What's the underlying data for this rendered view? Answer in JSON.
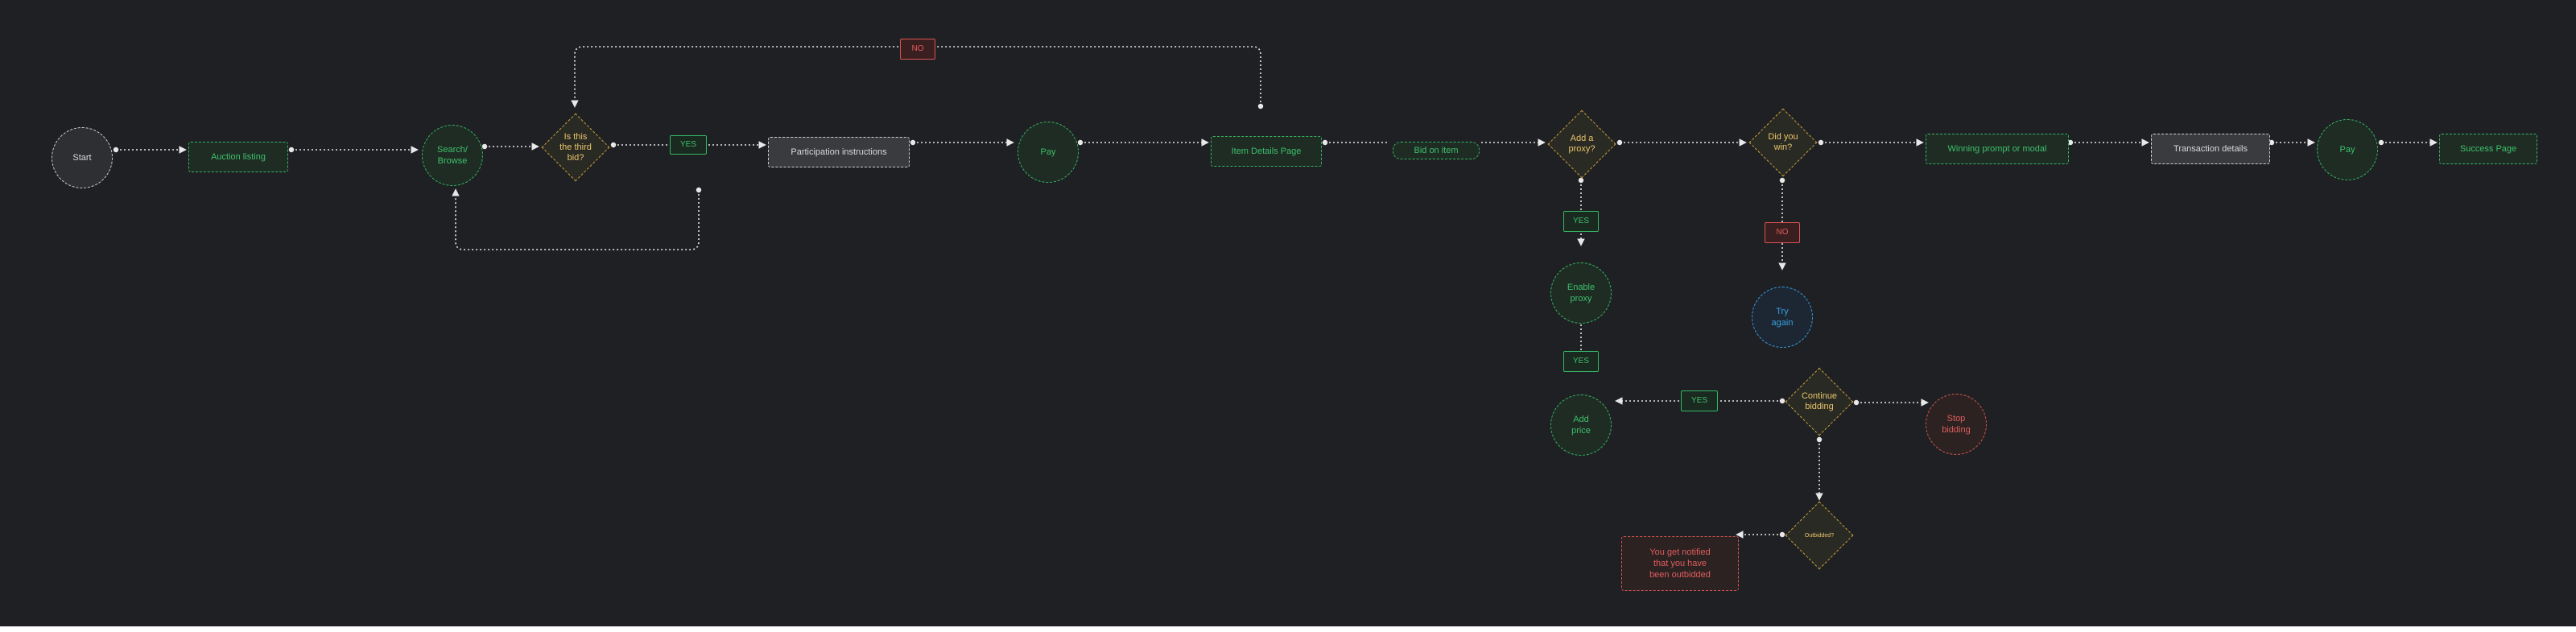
{
  "nodes": {
    "start": "Start",
    "auction_listing": "Auction listing",
    "search_browse": "Search/\nBrowse",
    "is_third_bid": "Is this\nthe third\nbid?",
    "participation_instructions": "Participation instructions",
    "pay_1": "Pay",
    "item_details_page": "Item Details Page",
    "bid_on_item": "Bid on item",
    "add_a_proxy": "Add a\nproxy?",
    "enable_proxy": "Enable\nproxy",
    "add_price": "Add\nprice",
    "continue_bidding": "Continue\nbidding",
    "stop_bidding": "Stop\nbidding",
    "outbidded": "Outbidded?",
    "notified_outbidded": "You get notified\nthat you have\nbeen outbidded",
    "did_you_win": "Did you\nwin?",
    "try_again": "Try\nagain",
    "winning_prompt": "Winning prompt or modal",
    "transaction_details": "Transaction details",
    "pay_2": "Pay",
    "success_page": "Success Page"
  },
  "labels": {
    "yes_third_bid": "YES",
    "no_third_bid": "NO",
    "yes_proxy": "YES",
    "yes_enable": "YES",
    "yes_continue": "YES",
    "no_win": "NO"
  },
  "colors": {
    "background": "#1f2023",
    "green": "#35b665",
    "yellow": "#c9a13a",
    "red": "#d65454",
    "blue": "#3a9de0",
    "white": "#cfcfcf"
  }
}
